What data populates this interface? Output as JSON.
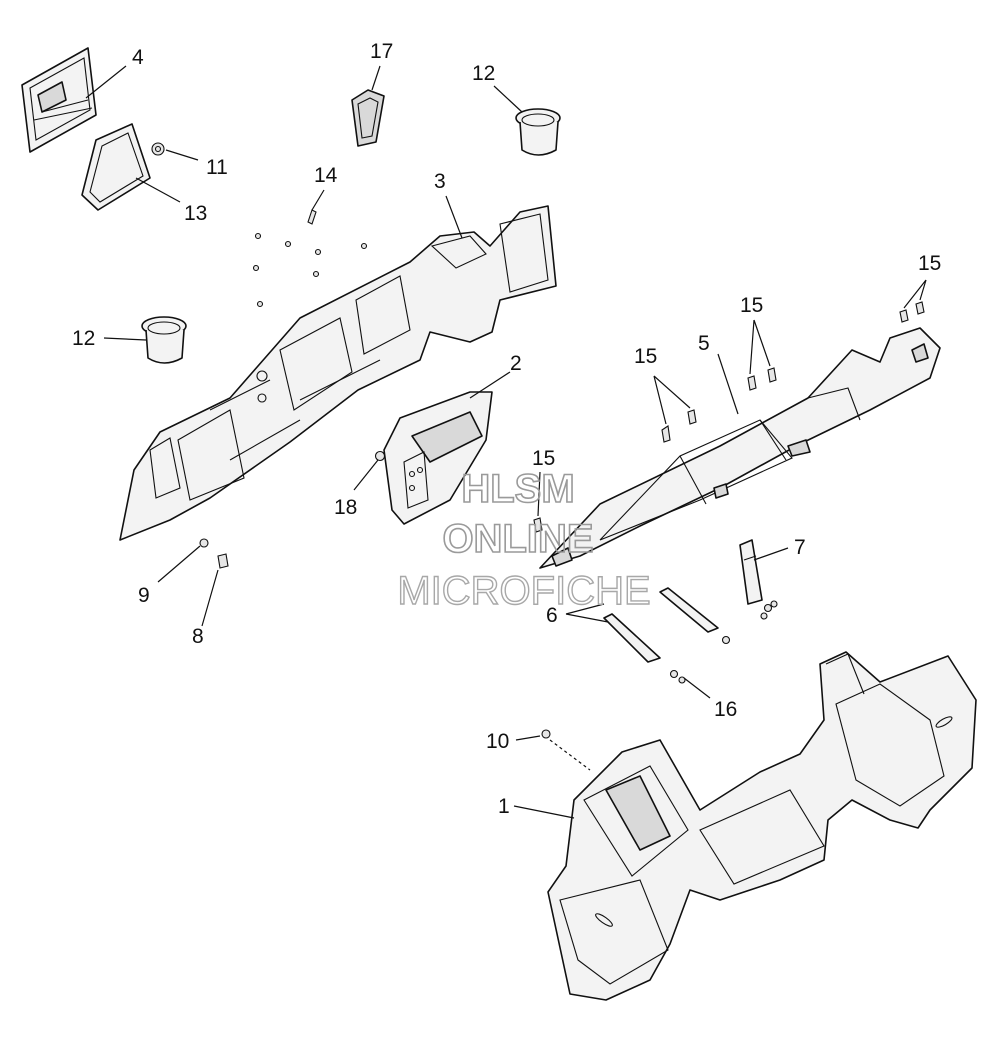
{
  "callouts": {
    "c1": "1",
    "c2": "2",
    "c3": "3",
    "c4": "4",
    "c5": "5",
    "c6": "6",
    "c7": "7",
    "c8": "8",
    "c9": "9",
    "c10": "10",
    "c11": "11",
    "c12a": "12",
    "c12b": "12",
    "c13": "13",
    "c14": "14",
    "c15a": "15",
    "c15b": "15",
    "c15c": "15",
    "c15d": "15",
    "c16": "16",
    "c17": "17",
    "c18": "18"
  },
  "watermark": {
    "line1": "HLSM",
    "line2": "ONLINE",
    "line3": "MICROFICHE"
  }
}
